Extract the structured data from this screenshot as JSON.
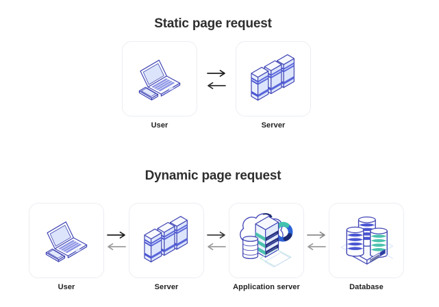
{
  "colors": {
    "background": "#ffffff",
    "card_border": "#ecedf3",
    "outline_indigo": "#3f44b3",
    "fill_light_blue": "#e9effd",
    "accent_stripe_blue": "#4a55d2",
    "accent_teal": "#4cc2ae",
    "accent_navy": "#232f7d",
    "ring_blue": "#2c63d6",
    "title_text": "#2e2e2e",
    "label_text": "#1f1f1f"
  },
  "diagrams": [
    {
      "title": "Static page request",
      "nodes": [
        {
          "label": "User",
          "icon": "laptop-phone-icon"
        },
        {
          "label": "Server",
          "icon": "server-stack-icon"
        }
      ],
      "connections": [
        {
          "direction_forward": "right",
          "direction_back": "left",
          "forward_color": "#1d1d1d",
          "back_color": "#2e2e2e"
        }
      ]
    },
    {
      "title": "Dynamic page request",
      "nodes": [
        {
          "label": "User",
          "icon": "laptop-phone-icon"
        },
        {
          "label": "Server",
          "icon": "server-stack-icon"
        },
        {
          "label": "Application server",
          "icon": "cloud-application-server-icon"
        },
        {
          "label": "Database",
          "icon": "database-cylinders-icon"
        }
      ],
      "connections": [
        {
          "direction_forward": "right",
          "direction_back": "left",
          "forward_color": "#1d1d1d",
          "back_color": "#9b9b9b"
        },
        {
          "direction_forward": "right",
          "direction_back": "left",
          "forward_color": "#3c3c3c",
          "back_color": "#9b9b9b"
        },
        {
          "direction_forward": "right",
          "direction_back": "left",
          "forward_color": "#8a8a8a",
          "back_color": "#9b9b9b"
        }
      ]
    }
  ]
}
